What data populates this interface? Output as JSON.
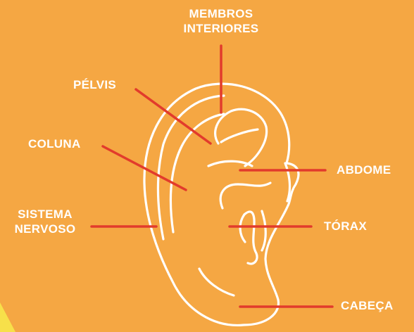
{
  "colors": {
    "background": "#f5a743",
    "corner_accent": "#f7e04a",
    "ear_outline": "#ffffff",
    "leader_line": "#e23b2c",
    "label_text": "#ffffff"
  },
  "labels": {
    "membros_line1": "MEMBROS",
    "membros_line2": "INTERIORES",
    "pelvis": "PÉLVIS",
    "coluna": "COLUNA",
    "sistema_line1": "SISTEMA",
    "sistema_line2": "NERVOSO",
    "abdome": "ABDOME",
    "torax": "TÓRAX",
    "cabeca": "CABEÇA"
  }
}
